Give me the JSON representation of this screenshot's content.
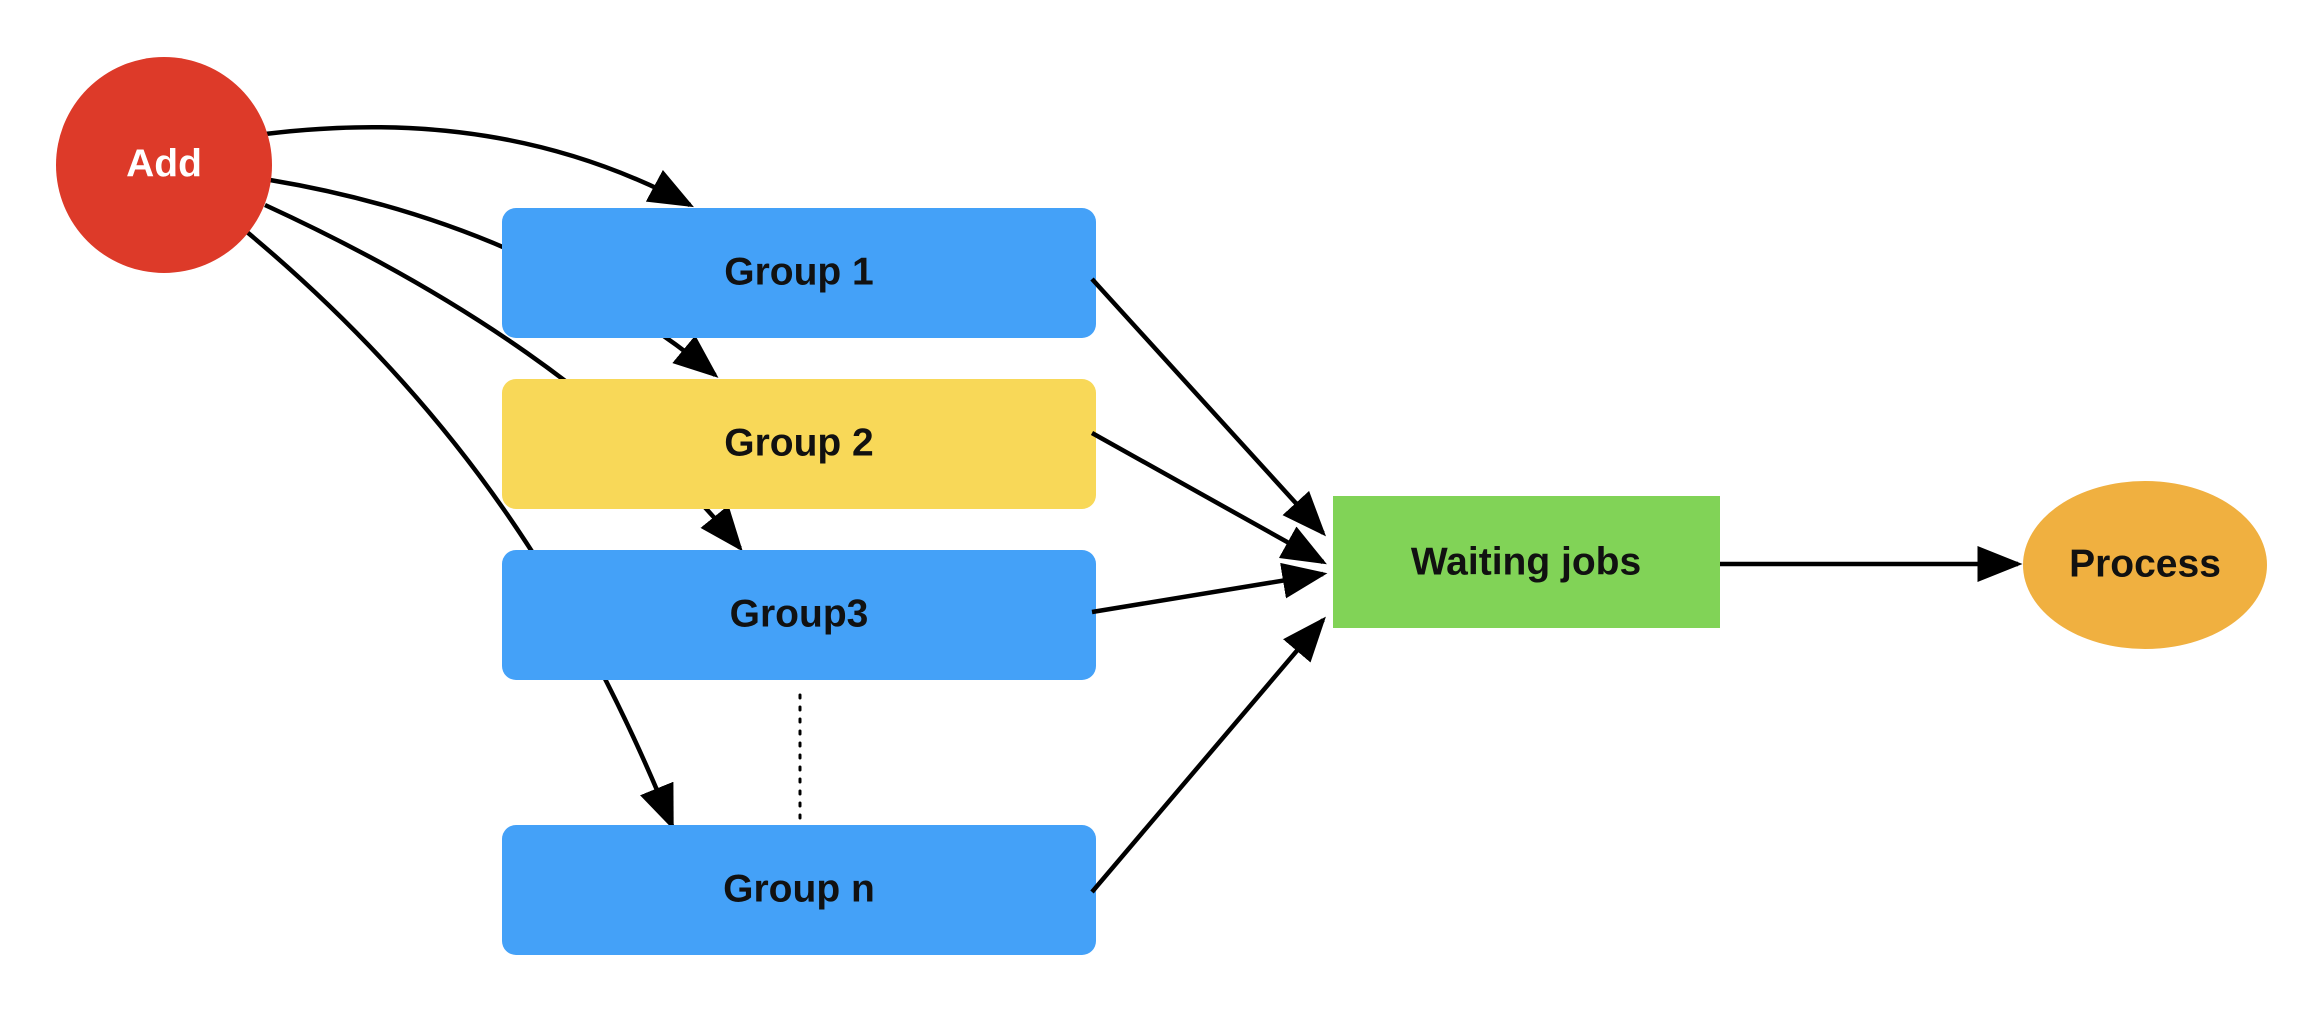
{
  "colors": {
    "add": "#DD3A29",
    "group_blue": "#44A1F8",
    "group_yellow": "#F8D858",
    "waiting": "#81D357",
    "process": "#F0B040",
    "edge": "#000000",
    "label_dark": "#111111",
    "label_light": "#FFFFFF"
  },
  "nodes": {
    "add": {
      "label": "Add",
      "shape": "circle",
      "color": "add"
    },
    "group1": {
      "label": "Group 1",
      "shape": "rounded-rect",
      "color": "group_blue"
    },
    "group2": {
      "label": "Group 2",
      "shape": "rounded-rect",
      "color": "group_yellow"
    },
    "group3": {
      "label": "Group3",
      "shape": "rounded-rect",
      "color": "group_blue"
    },
    "groupn": {
      "label": "Group n",
      "shape": "rounded-rect",
      "color": "group_blue"
    },
    "waiting": {
      "label": "Waiting jobs",
      "shape": "rect",
      "color": "waiting"
    },
    "process": {
      "label": "Process",
      "shape": "ellipse",
      "color": "process"
    }
  },
  "edges": [
    {
      "from": "add",
      "to": "group1"
    },
    {
      "from": "add",
      "to": "group2"
    },
    {
      "from": "add",
      "to": "group3"
    },
    {
      "from": "add",
      "to": "groupn"
    },
    {
      "from": "group1",
      "to": "waiting"
    },
    {
      "from": "group2",
      "to": "waiting"
    },
    {
      "from": "group3",
      "to": "waiting"
    },
    {
      "from": "groupn",
      "to": "waiting"
    },
    {
      "from": "waiting",
      "to": "process"
    }
  ],
  "ellipsis_between": [
    "group3",
    "groupn"
  ]
}
